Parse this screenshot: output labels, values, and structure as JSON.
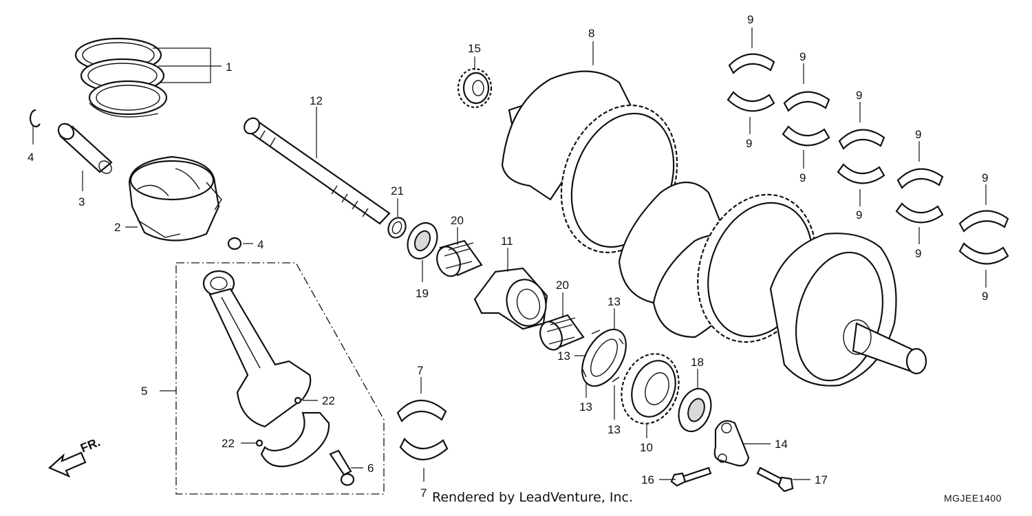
{
  "callouts": [
    {
      "id": "c1",
      "text": "1"
    },
    {
      "id": "c2",
      "text": "2"
    },
    {
      "id": "c3",
      "text": "3"
    },
    {
      "id": "c4a",
      "text": "4"
    },
    {
      "id": "c4b",
      "text": "4"
    },
    {
      "id": "c5",
      "text": "5"
    },
    {
      "id": "c6",
      "text": "6"
    },
    {
      "id": "c7a",
      "text": "7"
    },
    {
      "id": "c7b",
      "text": "7"
    },
    {
      "id": "c8",
      "text": "8"
    },
    {
      "id": "c9a",
      "text": "9"
    },
    {
      "id": "c9b",
      "text": "9"
    },
    {
      "id": "c9c",
      "text": "9"
    },
    {
      "id": "c9d",
      "text": "9"
    },
    {
      "id": "c9e",
      "text": "9"
    },
    {
      "id": "c9f",
      "text": "9"
    },
    {
      "id": "c9g",
      "text": "9"
    },
    {
      "id": "c9h",
      "text": "9"
    },
    {
      "id": "c9i",
      "text": "9"
    },
    {
      "id": "c9j",
      "text": "9"
    },
    {
      "id": "c10",
      "text": "10"
    },
    {
      "id": "c11",
      "text": "11"
    },
    {
      "id": "c12",
      "text": "12"
    },
    {
      "id": "c13a",
      "text": "13"
    },
    {
      "id": "c13b",
      "text": "13"
    },
    {
      "id": "c13c",
      "text": "13"
    },
    {
      "id": "c13d",
      "text": "13"
    },
    {
      "id": "c14",
      "text": "14"
    },
    {
      "id": "c15",
      "text": "15"
    },
    {
      "id": "c16",
      "text": "16"
    },
    {
      "id": "c17",
      "text": "17"
    },
    {
      "id": "c18",
      "text": "18"
    },
    {
      "id": "c19",
      "text": "19"
    },
    {
      "id": "c20a",
      "text": "20"
    },
    {
      "id": "c20b",
      "text": "20"
    },
    {
      "id": "c21",
      "text": "21"
    },
    {
      "id": "c22a",
      "text": "22"
    },
    {
      "id": "c22b",
      "text": "22"
    }
  ],
  "direction_label": "FR.",
  "footer": {
    "credit": "Rendered by LeadVenture, Inc.",
    "code": "MGJEE1400"
  }
}
